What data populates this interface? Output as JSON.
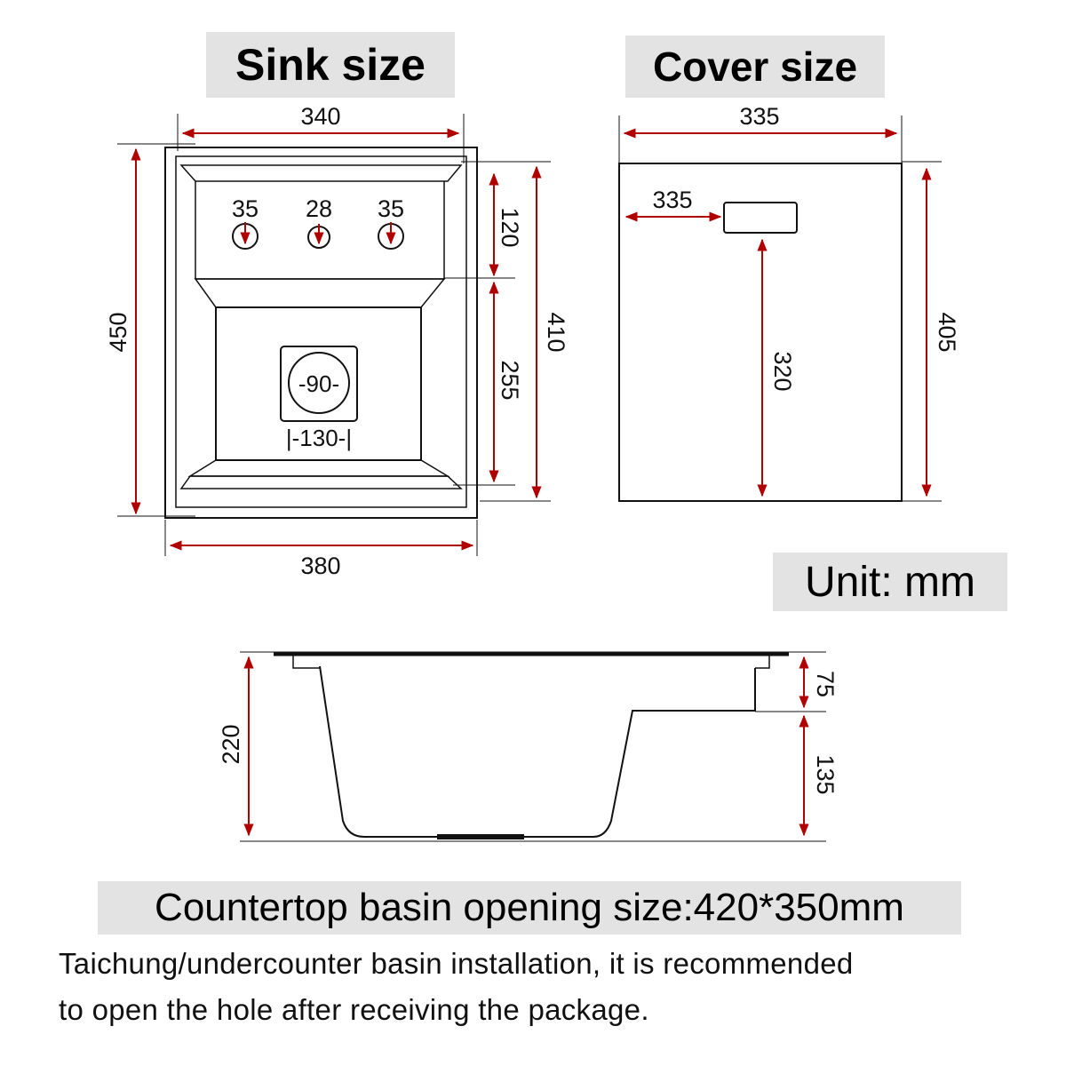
{
  "titles": {
    "sink": "Sink size",
    "cover": "Cover size",
    "unit": "Unit: mm",
    "opening": "Countertop basin opening size:420*350mm"
  },
  "note": {
    "line1": "Taichung/undercounter basin installation, it is recommended",
    "line2": "to open the hole after receiving the package."
  },
  "sink_dims": {
    "inner_width": "340",
    "outer_width": "380",
    "outer_height": "450",
    "inner_height": "410",
    "shelf_depth": "120",
    "basin_depth": "255",
    "hole_left": "35",
    "hole_mid": "28",
    "hole_right": "35",
    "drain_diameter": "-90-",
    "drain_box": "|-130-|"
  },
  "cover_dims": {
    "width": "335",
    "handle_offset": "335",
    "handle_height": "320",
    "height": "405"
  },
  "side_dims": {
    "total_height": "220",
    "top_step": "75",
    "bottom_step": "135"
  },
  "colors": {
    "dimension_arrow": "#b00000",
    "outline": "#111111",
    "label_bg": "#e3e3e3"
  }
}
